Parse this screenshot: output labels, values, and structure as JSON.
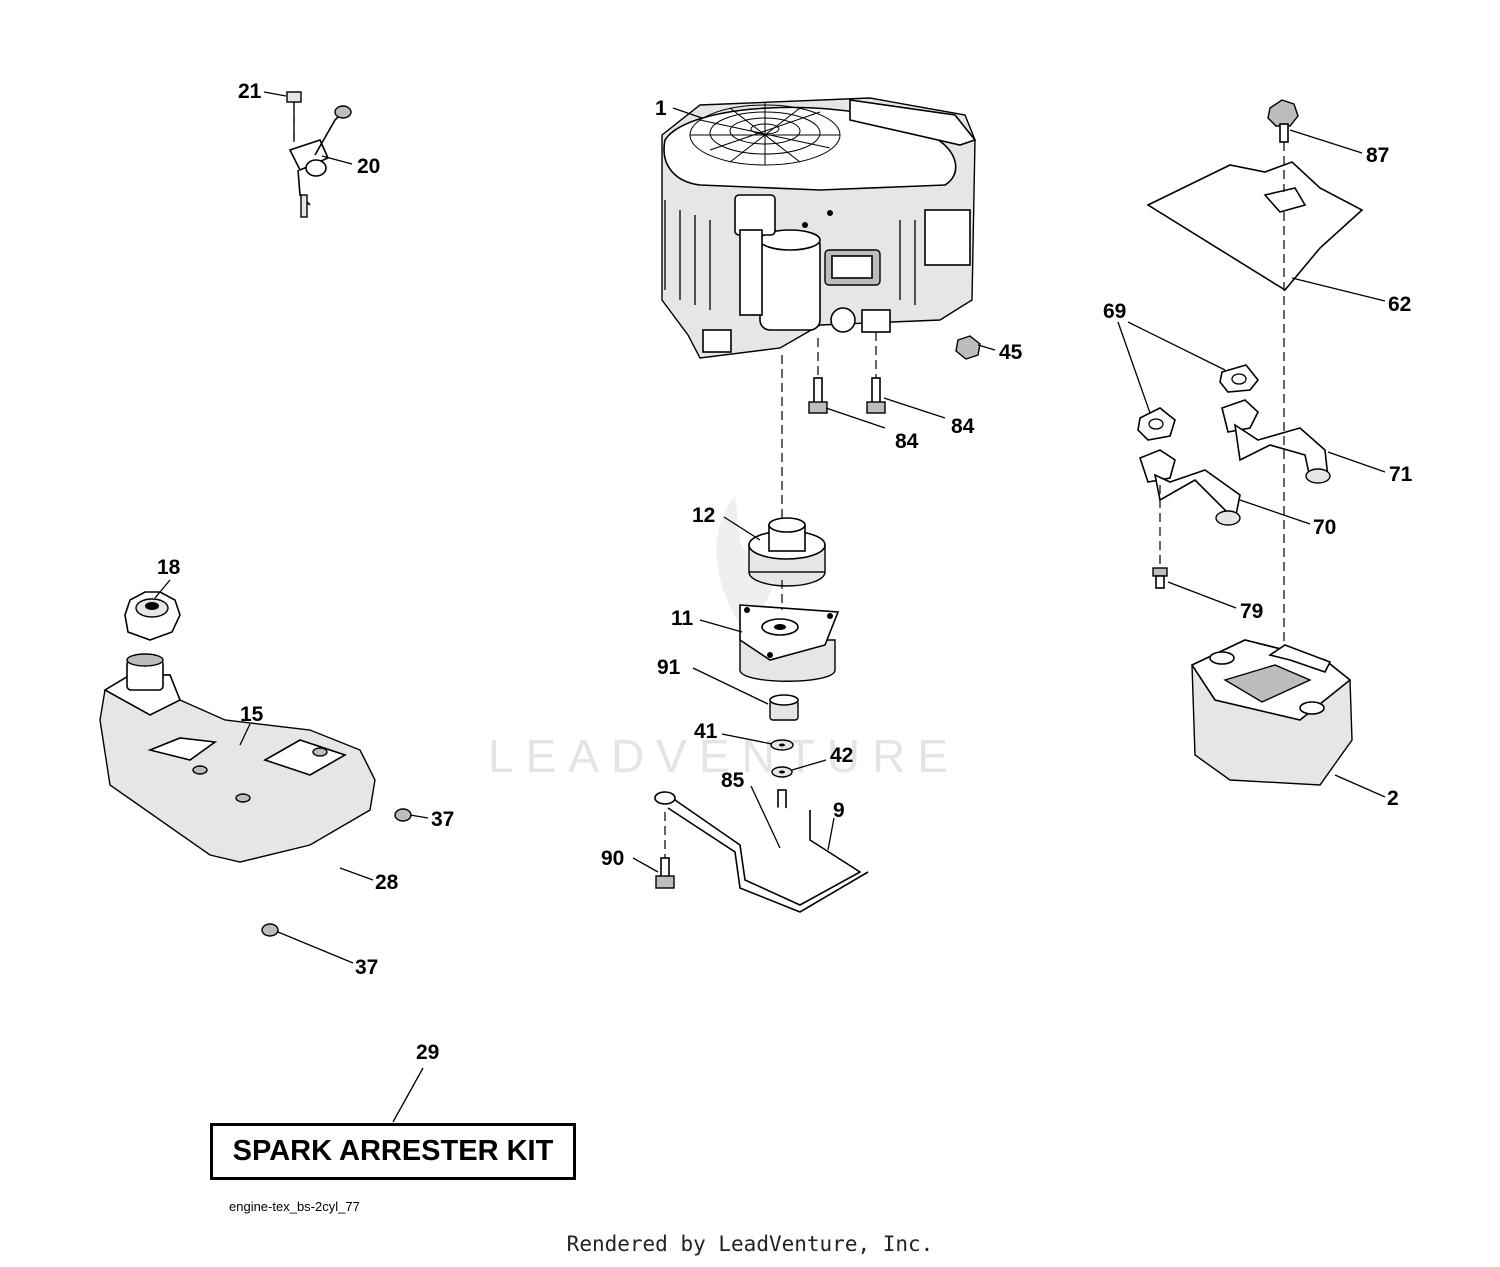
{
  "diagram": {
    "watermark": "LEADVENTURE",
    "callouts": [
      {
        "id": "c1",
        "label": "1"
      },
      {
        "id": "c2",
        "label": "2"
      },
      {
        "id": "c9",
        "label": "9"
      },
      {
        "id": "c11",
        "label": "11"
      },
      {
        "id": "c12",
        "label": "12"
      },
      {
        "id": "c15",
        "label": "15"
      },
      {
        "id": "c18",
        "label": "18"
      },
      {
        "id": "c20",
        "label": "20"
      },
      {
        "id": "c21",
        "label": "21"
      },
      {
        "id": "c28",
        "label": "28"
      },
      {
        "id": "c29",
        "label": "29"
      },
      {
        "id": "c37a",
        "label": "37"
      },
      {
        "id": "c37b",
        "label": "37"
      },
      {
        "id": "c41",
        "label": "41"
      },
      {
        "id": "c42",
        "label": "42"
      },
      {
        "id": "c45",
        "label": "45"
      },
      {
        "id": "c62",
        "label": "62"
      },
      {
        "id": "c69",
        "label": "69"
      },
      {
        "id": "c70",
        "label": "70"
      },
      {
        "id": "c71",
        "label": "71"
      },
      {
        "id": "c79",
        "label": "79"
      },
      {
        "id": "c84a",
        "label": "84"
      },
      {
        "id": "c84b",
        "label": "84"
      },
      {
        "id": "c85",
        "label": "85"
      },
      {
        "id": "c87",
        "label": "87"
      },
      {
        "id": "c90",
        "label": "90"
      },
      {
        "id": "c91",
        "label": "91"
      }
    ],
    "kit_label": "SPARK ARRESTER KIT",
    "diagram_code": "engine-tex_bs-2cyl_77"
  },
  "footer": {
    "rendered_by": "Rendered by LeadVenture, Inc."
  }
}
